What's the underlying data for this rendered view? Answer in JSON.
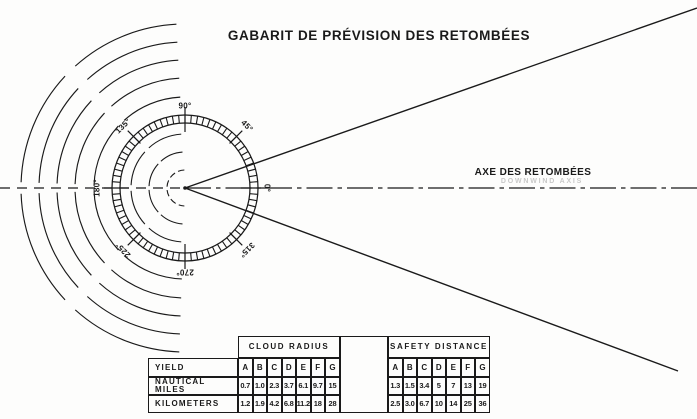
{
  "title": "GABARIT DE PRÉVISION DES RETOMBÉES",
  "axis": {
    "label": "AXE DES RETOMBÉES",
    "ghost_label": "DOWNWIND AXIS"
  },
  "protractor": {
    "degree_labels": [
      {
        "angle": 0,
        "label": "0°"
      },
      {
        "angle": 45,
        "label": "45°"
      },
      {
        "angle": 90,
        "label": "90°"
      },
      {
        "angle": 135,
        "label": "135°"
      },
      {
        "angle": 180,
        "label": "180°"
      },
      {
        "angle": 225,
        "label": "225°"
      },
      {
        "angle": 270,
        "label": "270°"
      },
      {
        "angle": 315,
        "label": "315°"
      }
    ]
  },
  "table": {
    "group_headers": [
      "CLOUD RADIUS",
      "SAFETY DISTANCE"
    ],
    "row_labels": [
      "YIELD",
      "NAUTICAL MILES",
      "KILOMETERS"
    ],
    "yield_categories": [
      "A",
      "B",
      "C",
      "D",
      "E",
      "F",
      "G"
    ],
    "cloud_radius": {
      "nautical_miles": [
        "0.7",
        "1.0",
        "2.3",
        "3.7",
        "6.1",
        "9.7",
        "15"
      ],
      "kilometers": [
        "1.2",
        "1.9",
        "4.2",
        "6.8",
        "11.2",
        "18",
        "28"
      ]
    },
    "safety_distance": {
      "nautical_miles": [
        "1.3",
        "1.5",
        "3.4",
        "5",
        "7",
        "13",
        "19"
      ],
      "kilometers": [
        "2.5",
        "3.0",
        "6.7",
        "10",
        "14",
        "25",
        "36"
      ]
    }
  },
  "colors": {
    "ink": "#1a1a1a",
    "paper": "#fdfdfc"
  }
}
